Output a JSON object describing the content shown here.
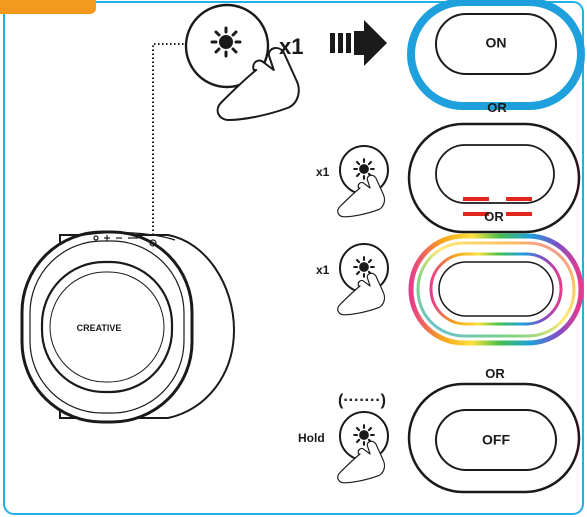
{
  "colors": {
    "frame": "#27aee4",
    "corner_tab": "#f39a1e",
    "on_glow": "#1ea0dc",
    "red_led": "#e1261c",
    "ink": "#1a1a1a"
  },
  "icons": [
    "light-button-icon",
    "hand-press-icon",
    "arrow-right-icon",
    "speaker-device"
  ],
  "main_press": {
    "count": "x1"
  },
  "states": [
    {
      "label": "ON"
    },
    {
      "separator": "OR",
      "press": "x1"
    },
    {
      "separator": "OR",
      "press": "x1"
    },
    {
      "separator": "OR",
      "press": "Hold",
      "dots": "(·······)",
      "label": "OFF"
    }
  ],
  "speaker": {
    "brand": "CREATIVE"
  }
}
